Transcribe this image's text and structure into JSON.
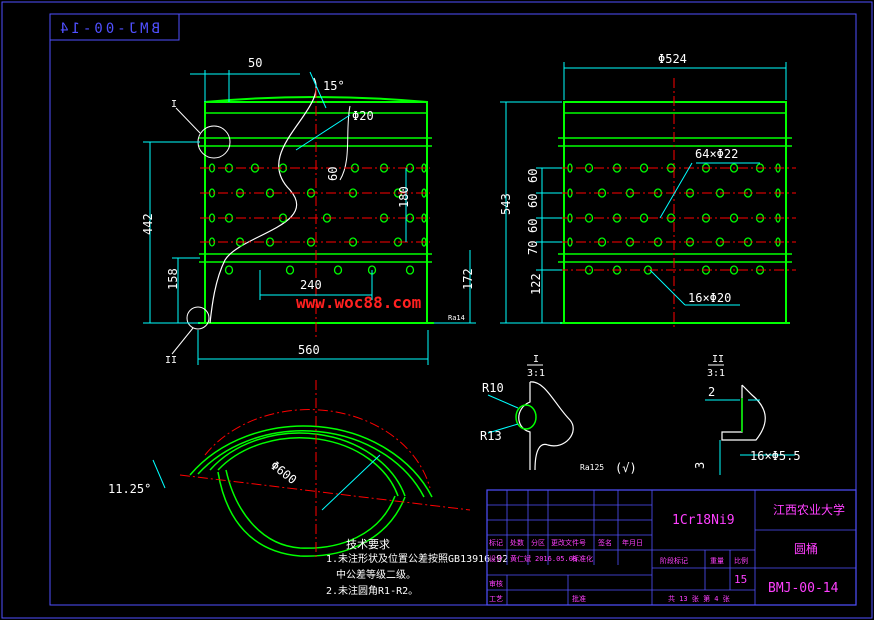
{
  "drawing": {
    "code_mirrored": "BMJ-00-14",
    "watermark": "www.woc88.com",
    "front_view": {
      "dim_top_offset": "50",
      "dim_angle": "15°",
      "dim_hole": "Φ20",
      "dim_height_total": "442",
      "dim_height_lower": "158",
      "dim_180": "180",
      "dim_240": "240",
      "dim_172": "172",
      "dim_width": "560",
      "detail_ref_I": "I",
      "detail_ref_II": "II",
      "roughness": "Ra14"
    },
    "side_view": {
      "dim_diameter": "Φ524",
      "dim_height": "543",
      "holes_upper": "64×Φ22",
      "holes_lower": "16×Φ20",
      "pitch": [
        "60",
        "60",
        "60",
        "60",
        "70",
        "122"
      ]
    },
    "plan_view": {
      "dim_angle": "11.25°",
      "dim_diameter": "Φ600"
    },
    "notes": {
      "title": "技术要求",
      "line1": "1.未注形状及位置公差按照GB13916-92",
      "line2": "中公差等级二级。",
      "line3": "2.未注圆角R1-R2。"
    },
    "detail_I": {
      "label_top": "I",
      "label_bottom": "3:1",
      "r_outer": "R10",
      "r_inner": "R13",
      "roughness": "Ra125",
      "symbol": "(√)"
    },
    "detail_II": {
      "label_top": "II",
      "label_bottom": "3:1",
      "dim_2": "2",
      "dim_3": "3",
      "holes": "16×Φ5.5"
    }
  },
  "title_block": {
    "material": "1Cr18Ni9",
    "school": "江西农业大学",
    "part_name": "圆桶",
    "drawing_no": "BMJ-00-14",
    "header_labels": [
      "标记",
      "处数",
      "分区",
      "更改文件号",
      "签名",
      "年月日"
    ],
    "design_row": [
      "设计",
      "黄仁斌",
      "2016.05.08",
      "标准化"
    ],
    "stage_labels": [
      "阶段标记",
      "重量",
      "比例"
    ],
    "scale": "15",
    "review": "审核",
    "process": "工艺",
    "approve": "批准",
    "sheets": "共 13 张 第 4 张"
  },
  "colors": {
    "bg": "#000000",
    "outline": "#00ff00",
    "dimension": "#00ffff",
    "center": "#ff0000",
    "frame": "#5050ff",
    "text_white": "#ffffff",
    "title_text": "#ff40ff",
    "detail_line": "#ffffff",
    "watermark": "#ff2020"
  }
}
